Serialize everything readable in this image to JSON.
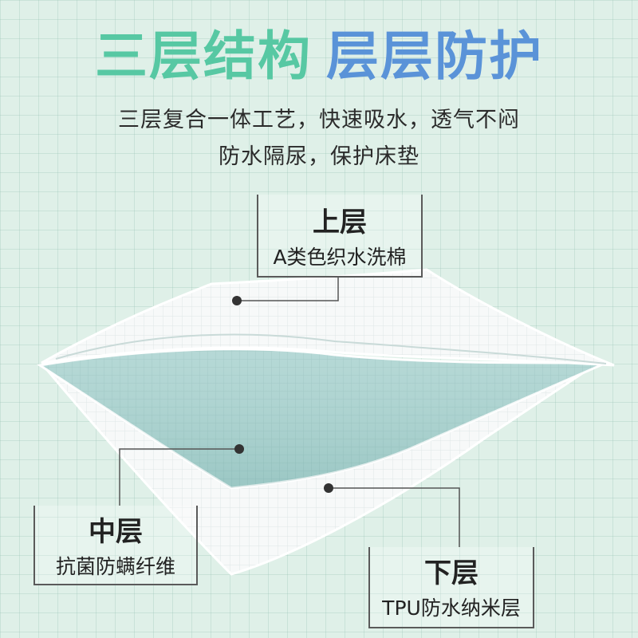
{
  "headline": {
    "part1": "三层结构",
    "part2": "层层防护"
  },
  "subtitle": {
    "line1": "三层复合一体工艺，快速吸水，透气不闷",
    "line2": "防水隔尿，保护床垫"
  },
  "layers": {
    "top": {
      "title": "上层",
      "desc": "A类色织水洗棉"
    },
    "middle": {
      "title": "中层",
      "desc": "抗菌防螨纤维"
    },
    "bottom": {
      "title": "下层",
      "desc": "TPU防水纳米层"
    }
  },
  "colors": {
    "headline_green": "#57c8a3",
    "headline_blue": "#5a93d8",
    "middle_layer": "#a9d2cf",
    "background": "#dff0e8"
  }
}
